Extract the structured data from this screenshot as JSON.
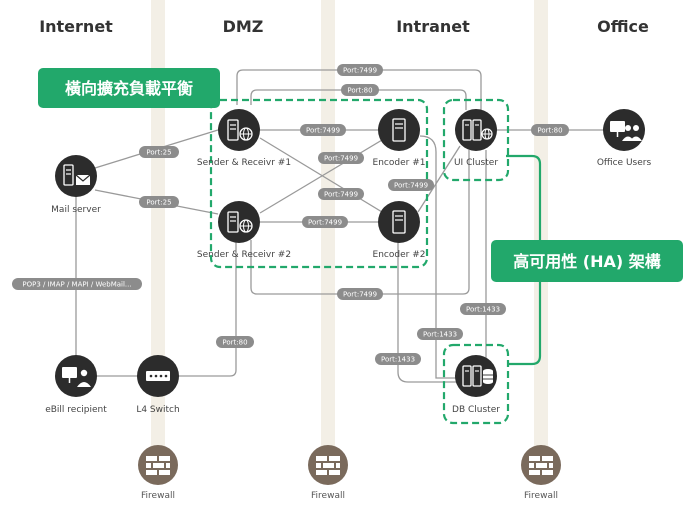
{
  "zones": {
    "internet": "Internet",
    "dmz": "DMZ",
    "intranet": "Intranet",
    "office": "Office"
  },
  "banners": {
    "horizontal": "橫向擴充負載平衡",
    "ha": "高可用性 (HA) 架構"
  },
  "nodes": {
    "mail_server": "Mail server",
    "sender1": "Sender & Receivr #1",
    "sender2": "Sender & Receivr #2",
    "encoder1": "Encoder #1",
    "encoder2": "Encoder #2",
    "ui_cluster": "UI Cluster",
    "office_users": "Office Users",
    "ebill_recipient": "eBill recipient",
    "l4_switch": "L4 Switch",
    "db_cluster": "DB Cluster"
  },
  "ports": {
    "top_7499": "Port:7499",
    "top_80": "Port:80",
    "mail_s1": "Port:25",
    "mail_s2": "Port:25",
    "s1_e1": "Port:7499",
    "cross_a": "Port:7499",
    "cross_b": "Port:7499",
    "s2_e2": "Port:7499",
    "e2_ui": "Port:7499",
    "ui_office": "Port:80",
    "bottom_7499": "Port:7499",
    "pop3": "POP3 / IMAP / MAPI / WebMail...",
    "l4_80": "Port:80",
    "db_1433_a": "Port:1433",
    "db_1433_b": "Port:1433",
    "db_1433_c": "Port:1433"
  },
  "firewalls": [
    "Firewall",
    "Firewall",
    "Firewall"
  ],
  "colors": {
    "green": "#22a86b",
    "dark_node": "#2c2c2c",
    "firewall_icon": "#7a6a5c",
    "port_tag": "#8c8c8c",
    "line": "#9a9a9a",
    "column": "#f3efe6"
  }
}
